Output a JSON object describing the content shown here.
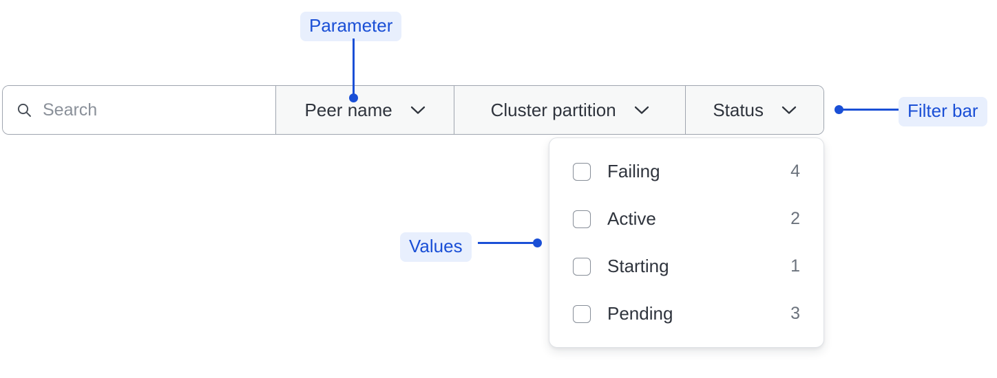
{
  "filter_bar": {
    "search": {
      "icon": "search-icon",
      "placeholder": "Search",
      "value": ""
    },
    "dropdowns": [
      {
        "label": "Peer name",
        "icon": "chevron-down-icon"
      },
      {
        "label": "Cluster partition",
        "icon": "chevron-down-icon"
      },
      {
        "label": "Status",
        "icon": "chevron-down-icon"
      }
    ]
  },
  "values_panel": {
    "options": [
      {
        "label": "Failing",
        "count": "4",
        "checked": false
      },
      {
        "label": "Active",
        "count": "2",
        "checked": false
      },
      {
        "label": "Starting",
        "count": "1",
        "checked": false
      },
      {
        "label": "Pending",
        "count": "3",
        "checked": false
      }
    ]
  },
  "annotations": {
    "parameter": "Parameter",
    "values": "Values",
    "filter_bar": "Filter bar",
    "accent_color": "#1a4fd6",
    "label_background": "#e8effd"
  }
}
